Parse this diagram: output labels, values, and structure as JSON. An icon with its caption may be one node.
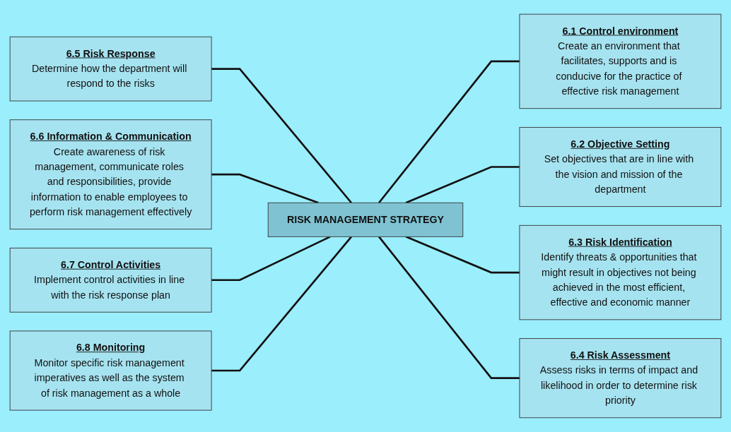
{
  "diagram": {
    "nodes": [
      {
        "text": [
          "RISK MANAGEMENT STRATEGY"
        ]
      },
      {
        "text": [
          "6.1 Control environment",
          "Create an environment that facilitates, supports and is conducive for the practice of effective risk management"
        ]
      },
      {
        "text": [
          "6.2 Objective Setting",
          "Set objectives that are in line with the vision and mission of the department"
        ]
      },
      {
        "text": [
          "6.3 Risk Identification",
          "Identify threats & opportunities that might result in objectives not being achieved in the most efficient, effective and economic manner"
        ]
      },
      {
        "text": [
          "6.4 Risk Assessment",
          "Assess risks in terms of impact and likelihood in order to determine risk priority"
        ]
      },
      {
        "text": [
          "6.5 Risk Response",
          "Determine how the department will respond to the risks"
        ]
      },
      {
        "text": [
          "6.6 Information & Communication",
          "Create awareness of risk management, communicate roles and responsibilities, provide information to enable employees to perform risk management effectively"
        ]
      },
      {
        "text": [
          "6.7 Control Activities",
          "Implement control activities in line with the risk response plan"
        ]
      },
      {
        "text": [
          "6.8 Monitoring",
          "Monitor specific risk management imperatives as well as the system of risk management as a whole"
        ]
      }
    ],
    "edges": [
      {
        "from": 0,
        "to": 1,
        "arrow": "none"
      },
      {
        "from": 0,
        "to": 2,
        "arrow": "none"
      },
      {
        "from": 0,
        "to": 3,
        "arrow": "none"
      },
      {
        "from": 0,
        "to": 4,
        "arrow": "none"
      },
      {
        "from": 5,
        "to": 0,
        "arrow": "none"
      },
      {
        "from": 6,
        "to": 0,
        "arrow": "none"
      },
      {
        "from": 7,
        "to": 0,
        "arrow": "none"
      },
      {
        "from": 8,
        "to": 0,
        "arrow": "none"
      }
    ]
  }
}
